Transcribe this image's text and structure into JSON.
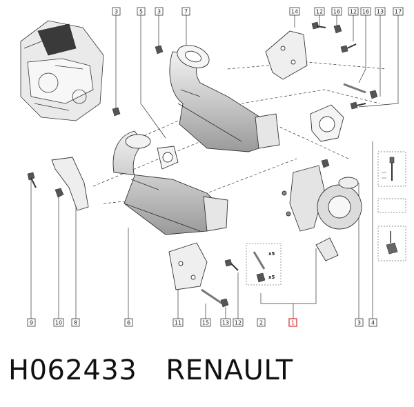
{
  "callouts_top": [
    "3",
    "5",
    "3",
    "7",
    "14",
    "12",
    "16",
    "12",
    "16",
    "13",
    "17"
  ],
  "callouts_bottom": [
    "9",
    "10",
    "8",
    "6",
    "11",
    "15",
    "13",
    "12",
    "2",
    "1",
    "3",
    "4"
  ],
  "quantities": {
    "stud": "x5",
    "nut": "x5"
  },
  "caption": {
    "part_number": "H062433",
    "brand": "RENAULT"
  },
  "colors": {
    "highlight": "#d42a2a",
    "line": "#333333"
  }
}
